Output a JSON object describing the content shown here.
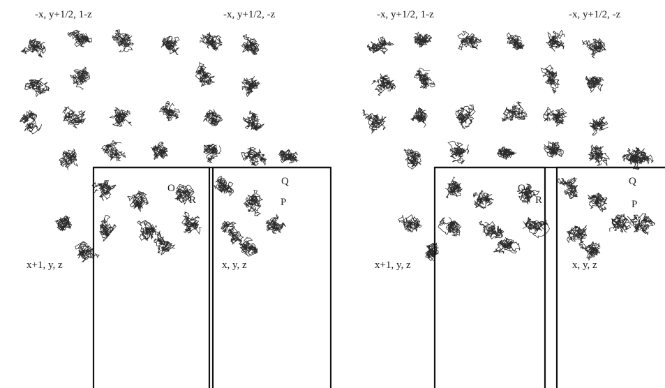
{
  "panels": [
    {
      "symmetry_labels": {
        "top_left": "-x, y+1/2, 1-z",
        "top_right": "-x, y+1/2, -z",
        "bottom_left": "x+1, y, z",
        "bottom_right": "x, y, z"
      },
      "molecule_labels": [
        "O",
        "R",
        "Q",
        "P"
      ]
    },
    {
      "symmetry_labels": {
        "top_left": "-x, y+1/2, 1-z",
        "top_right": "-x, y+1/2, -z",
        "bottom_left": "x+1, y, z",
        "bottom_right": "x, y, z"
      },
      "molecule_labels": [
        "O",
        "R",
        "Q",
        "P"
      ]
    }
  ],
  "colors": {
    "trace": "#2a2a2a",
    "box": "#111111",
    "text": "#1a1a1a",
    "background": "#ffffff"
  }
}
